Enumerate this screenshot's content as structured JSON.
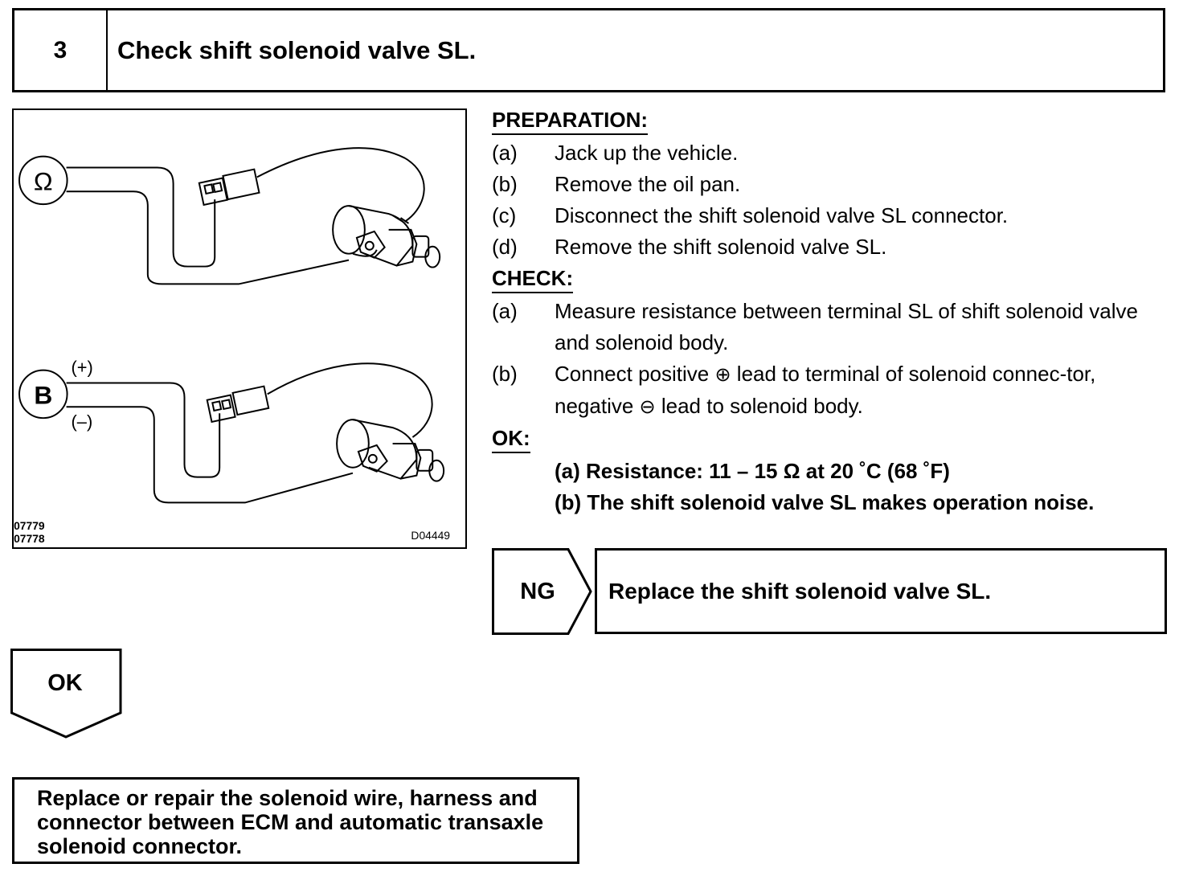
{
  "step": {
    "number": "3",
    "title": "Check shift solenoid valve SL."
  },
  "figure": {
    "ohmmeter_symbol": "Ω",
    "battery_symbol": "B",
    "positive_label": "(+)",
    "negative_label": "(–)",
    "code_1": "07779",
    "code_2": "07778",
    "figure_id": "D04449"
  },
  "preparation": {
    "heading": "PREPARATION:",
    "items": [
      {
        "letter": "(a)",
        "text": "Jack up the vehicle."
      },
      {
        "letter": "(b)",
        "text": "Remove the oil pan."
      },
      {
        "letter": "(c)",
        "text": "Disconnect the shift solenoid valve SL connector."
      },
      {
        "letter": "(d)",
        "text": "Remove the shift solenoid valve SL."
      }
    ]
  },
  "check": {
    "heading": "CHECK:",
    "item_a": {
      "letter": "(a)",
      "text": "Measure resistance between terminal SL of shift solenoid valve and solenoid body."
    },
    "item_b": {
      "letter": "(b)",
      "text_1": "Connect positive ",
      "plus_symbol": "⊕",
      "text_2": " lead to terminal of solenoid connec-tor, negative ",
      "minus_symbol": "⊖",
      "text_3": " lead to solenoid body."
    }
  },
  "ok_criteria": {
    "heading": "OK:",
    "a": "(a) Resistance: 11 – 15 Ω at 20 ˚C (68 ˚F)",
    "b": "(b) The shift solenoid valve SL makes operation noise."
  },
  "ng": {
    "label": "NG",
    "action": "Replace the shift solenoid valve SL."
  },
  "ok": {
    "label": "OK",
    "action": "Replace or repair the solenoid wire, harness and connector between ECM and automatic transaxle solenoid connector."
  }
}
